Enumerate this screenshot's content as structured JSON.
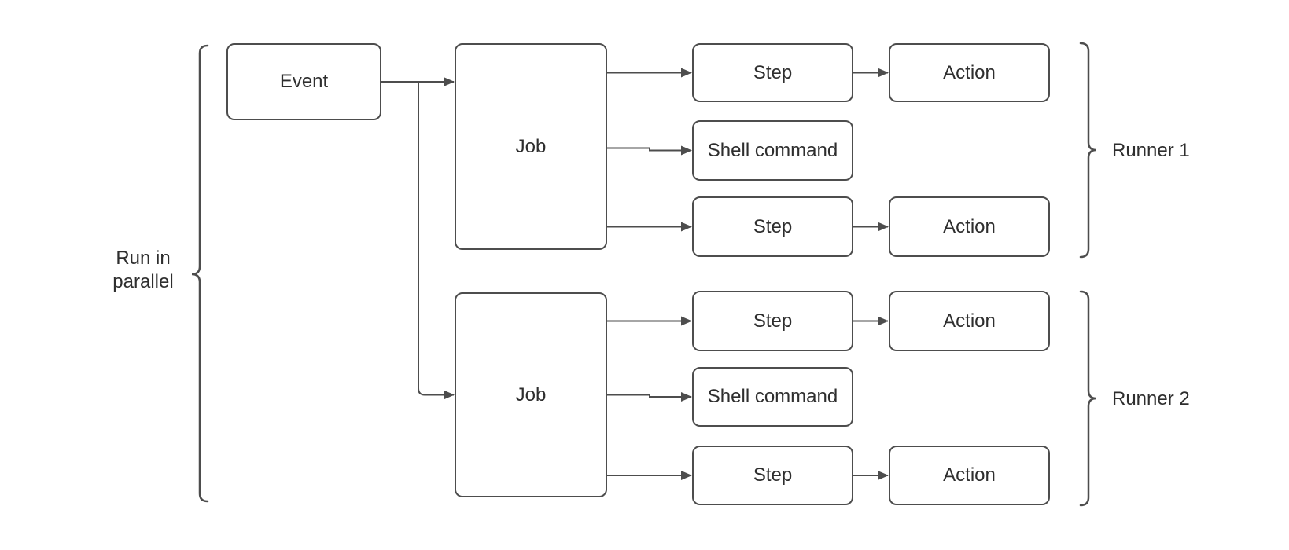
{
  "diagram": {
    "type": "flowchart",
    "event_label": "Event",
    "left_annotation": {
      "line1": "Run in",
      "line2": "parallel"
    },
    "runners": [
      {
        "label": "Runner 1",
        "job_label": "Job",
        "rows": [
          {
            "type": "step-action",
            "step": "Step",
            "action": "Action"
          },
          {
            "type": "shell",
            "shell": "Shell command"
          },
          {
            "type": "step-action",
            "step": "Step",
            "action": "Action"
          }
        ]
      },
      {
        "label": "Runner 2",
        "job_label": "Job",
        "rows": [
          {
            "type": "step-action",
            "step": "Step",
            "action": "Action"
          },
          {
            "type": "shell",
            "shell": "Shell command"
          },
          {
            "type": "step-action",
            "step": "Step",
            "action": "Action"
          }
        ]
      }
    ],
    "colors": {
      "stroke": "#4d4d4d",
      "text": "#2e2e2e",
      "background": "#ffffff"
    }
  }
}
